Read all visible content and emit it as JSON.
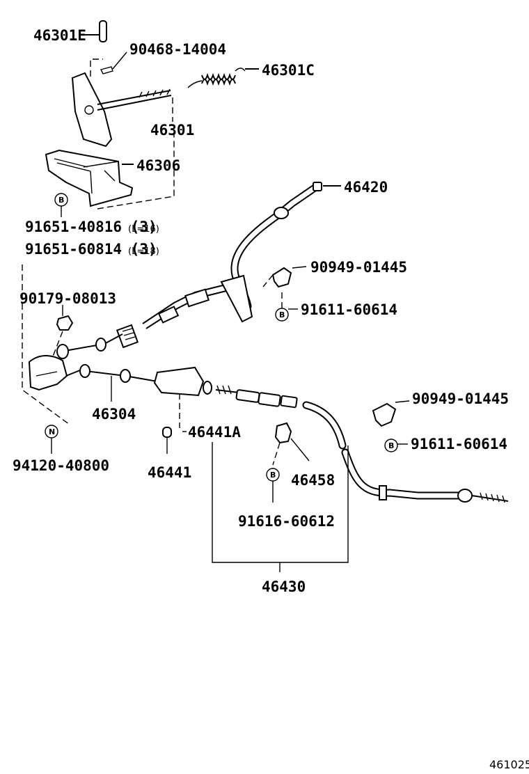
{
  "parts": {
    "p46301E": "46301E",
    "p90468": "90468-14004",
    "p46301C": "46301C",
    "p46301": "46301",
    "p46306": "46306",
    "p46420": "46420",
    "p91651_40816": "91651-40816 (3)",
    "p91651_40816_note": "(L=16)",
    "p91651_60814": "91651-60814 (3)",
    "p91651_60814_note": "(L=18)",
    "p90949_a": "90949-01445",
    "p91611_a": "91611-60614",
    "p90179": "90179-08013",
    "p90949_b": "90949-01445",
    "p91611_b": "91611-60614",
    "p46304": "46304",
    "p46441A": "46441A",
    "p46441": "46441",
    "p94120": "94120-40800",
    "p46458": "46458",
    "p91616": "91616-60612",
    "p46430": "46430"
  },
  "badges": {
    "b": "B",
    "n": "N"
  },
  "figure_code": "461025"
}
